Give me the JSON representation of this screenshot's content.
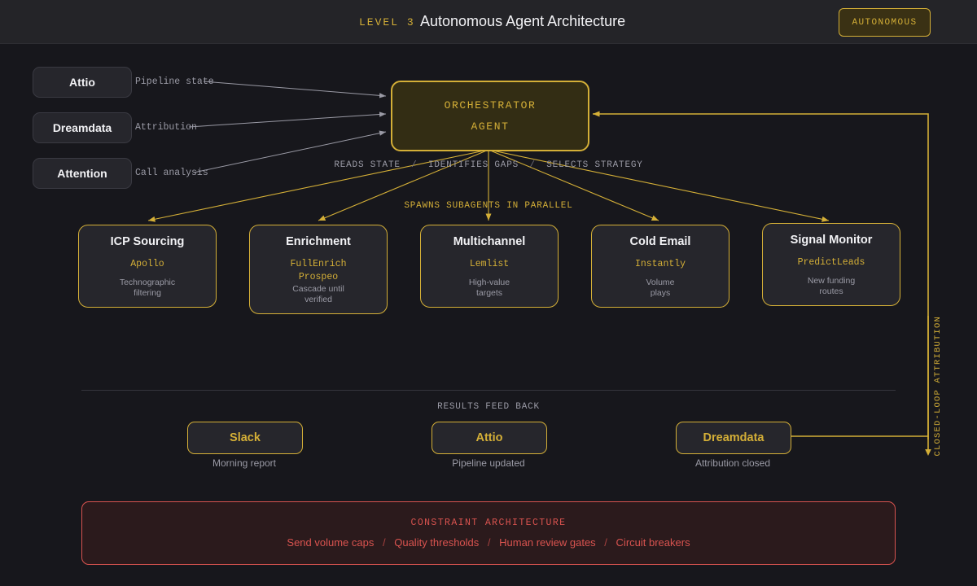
{
  "header": {
    "level_label": "LEVEL",
    "level_value": "3",
    "title": "Autonomous Agent Architecture",
    "badge": "AUTONOMOUS"
  },
  "sources": [
    {
      "name": "Attio",
      "label": "Pipeline state"
    },
    {
      "name": "Dreamdata",
      "label": "Attribution"
    },
    {
      "name": "Attention",
      "label": "Call analysis"
    }
  ],
  "orchestrator": {
    "line1": "ORCHESTRATOR",
    "line2": "AGENT"
  },
  "process": {
    "step1": "READS STATE",
    "step2": "IDENTIFIES GAPS",
    "step3": "SELECTS STRATEGY",
    "separator": "/",
    "spawn": "SPAWNS SUBAGENTS IN PARALLEL"
  },
  "agents": [
    {
      "title": "ICP Sourcing",
      "tools": [
        "Apollo"
      ],
      "desc_line1": "Technographic",
      "desc_line2": "filtering"
    },
    {
      "title": "Enrichment",
      "tools": [
        "FullEnrich",
        "Prospeo"
      ],
      "desc_line1": "Cascade until",
      "desc_line2": "verified"
    },
    {
      "title": "Multichannel",
      "tools": [
        "Lemlist"
      ],
      "desc_line1": "High-value",
      "desc_line2": "targets"
    },
    {
      "title": "Cold Email",
      "tools": [
        "Instantly"
      ],
      "desc_line1": "Volume",
      "desc_line2": "plays"
    },
    {
      "title": "Signal Monitor",
      "tools": [
        "PredictLeads"
      ],
      "desc_line1": "New funding",
      "desc_line2": "routes"
    }
  ],
  "results": {
    "label": "RESULTS FEED BACK",
    "outputs": [
      {
        "name": "Slack",
        "caption": "Morning report"
      },
      {
        "name": "Attio",
        "caption": "Pipeline updated"
      },
      {
        "name": "Dreamdata",
        "caption": "Attribution closed"
      }
    ],
    "loop_label": "CLOSED-LOOP ATTRIBUTION"
  },
  "constraints": {
    "title": "CONSTRAINT ARCHITECTURE",
    "separator": "/",
    "items": [
      "Send volume caps",
      "Quality thresholds",
      "Human review gates",
      "Circuit breakers"
    ]
  },
  "colors": {
    "accent_gold": "#d4af37",
    "danger_red": "#d9534f",
    "background": "#17171c",
    "header_bg": "#242428",
    "card_bg": "#26262c",
    "muted_text": "#9a9aa5"
  }
}
